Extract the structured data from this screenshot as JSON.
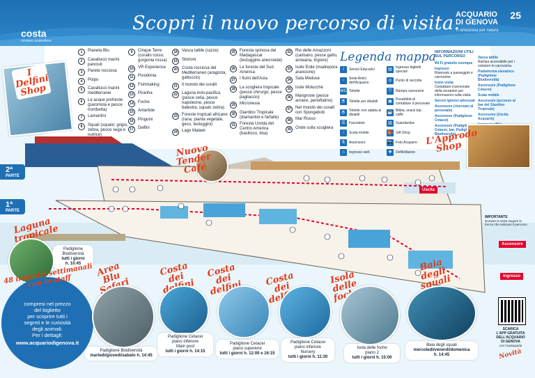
{
  "header": {
    "title": "Scopri il nuovo percorso di visita.",
    "left_brand": "costa",
    "left_brand_sub": "crociere sostenitore",
    "right_brand_line1": "ACQUARIO",
    "right_brand_line2": "DI GENOVA",
    "right_brand_tag": "Ti emoziona per natura",
    "right_brand_anniv": "25"
  },
  "list_col1": [
    {
      "n": "1",
      "t": "Pianeta Blu"
    },
    {
      "n": "2",
      "t": "Cavallucci marini panciuti"
    },
    {
      "n": "3",
      "t": "Parete rocciosa"
    },
    {
      "n": "4",
      "t": "Polpo"
    },
    {
      "n": "5",
      "t": "Cavallucci marini mediterranei"
    },
    {
      "n": "6",
      "t": "Le acque profonde (paromola e pesce trombetta)"
    },
    {
      "n": "7",
      "t": "Lamantini"
    },
    {
      "n": "8",
      "t": "Squali (squalo: grigio, zebra, pesce sega e nutrice)"
    }
  ],
  "list_col2": [
    {
      "n": "9",
      "t": "Cinque Terre (corallo rosso, gorgonia rossa)"
    },
    {
      "n": "10",
      "t": "VR Experience"
    },
    {
      "n": "11",
      "t": "Posidonia"
    },
    {
      "n": "12",
      "t": "Fishmaking"
    },
    {
      "n": "13",
      "t": "Piranha"
    },
    {
      "n": "14",
      "t": "Foche"
    },
    {
      "n": "15",
      "t": "Antartide"
    },
    {
      "n": "16",
      "t": "Pinguini"
    },
    {
      "n": "17",
      "t": "Delfini"
    }
  ],
  "list_col3": [
    {
      "n": "18",
      "t": "Vasca tattile (razze)"
    },
    {
      "n": "19",
      "t": "Storioni"
    },
    {
      "n": "20",
      "t": "Costa rocciosa del Mediterraneo (aragosta, gattuccio)"
    },
    {
      "n": "21",
      "t": "Il mondo dei coralli"
    },
    {
      "n": "22",
      "t": "Laguna indo-pacifica (pesce celia, pesce napoleone, pesce balestra, squalo zebra)"
    },
    {
      "n": "23",
      "t": "Foreste tropicali africane (rana, pianta vegetale, geco, testuggini)"
    },
    {
      "n": "24",
      "t": "Lago Malawi"
    }
  ],
  "list_col4": [
    {
      "n": "25",
      "t": "Foresta spinosa del Madagascar (testuggine anecnoide)"
    },
    {
      "n": "26",
      "t": "Le foreste del Sud America"
    },
    {
      "n": "27",
      "t": "I fiumi dell'Asia"
    },
    {
      "n": "28",
      "t": "La scogliera tropicale (pesce chirurgo, pesce pagliaccio)"
    },
    {
      "n": "29",
      "t": "Micronesia"
    },
    {
      "n": "30",
      "t": "Giardino Tropicale (diamantini e farfalle)"
    },
    {
      "n": "31",
      "t": "Foresta Umida del Centro America (basilisco, boa)"
    }
  ],
  "list_col5": [
    {
      "n": "32",
      "t": "Rio delle Amazzoni (caimano, pesce gatto, arowana, trigone)"
    },
    {
      "n": "33",
      "t": "Isole Eolie (madrepora arancione)"
    },
    {
      "n": "34",
      "t": "Sala Meduse"
    },
    {
      "n": "35",
      "t": "Isole Molucche"
    },
    {
      "n": "36",
      "t": "Mangrovie (pesce arciere, perioftalmo)"
    },
    {
      "n": "37",
      "t": "Nel mondo dei coralli con Spongebob"
    },
    {
      "n": "38",
      "t": "Mar Rosso"
    },
    {
      "n": "39",
      "t": "Onde sulla scogliera"
    }
  ],
  "legend": {
    "title": "Legenda mappa",
    "items": [
      {
        "icon": "i",
        "t": "Servizi Educativi"
      },
      {
        "icon": "▤",
        "t": "Ingresso biglietti speciali"
      },
      {
        "icon": "~",
        "t": "Sede Amici dell'Acquario"
      },
      {
        "icon": "◎",
        "t": "Punto di raccolta"
      },
      {
        "icon": "WC",
        "t": "Toilette"
      },
      {
        "icon": "⛉",
        "t": "Rampa carrozzine"
      },
      {
        "icon": "♿",
        "t": "Toilette per disabili"
      },
      {
        "icon": "▣",
        "t": "Possibilità di contattare il personale"
      },
      {
        "icon": "♿",
        "t": "Toilette non adatta ai disabili"
      },
      {
        "icon": "☕",
        "t": "Bibita, snack bar, caffè"
      },
      {
        "icon": "☰",
        "t": "Fasciatoio"
      },
      {
        "icon": "▥",
        "t": "Guardaroba"
      },
      {
        "icon": "↑",
        "t": "Scala mobile"
      },
      {
        "icon": "🎁",
        "t": "Gift Shop"
      },
      {
        "icon": "⇅",
        "t": "Ascensore"
      },
      {
        "icon": "📷",
        "t": "Foto Acquario"
      },
      {
        "icon": "⌂",
        "t": "Ingresso web"
      },
      {
        "icon": "✚",
        "t": "Defibrillatore"
      }
    ]
  },
  "info": {
    "title": "INFORMAZIONI UTILI SUL PERCORSO",
    "col1": [
      {
        "h": "Wi-Fi gratuito ovunque",
        "t": ""
      },
      {
        "h": "Ingresso",
        "t": "Riservato a passeggini e carrozzine"
      },
      {
        "h": "Inizio visita",
        "t": "Contattare il personale della reception per informazioni sulla visita."
      },
      {
        "h": "Servizi igienici attrezzati",
        "t": ""
      },
      {
        "h": "Ascensore (riservato al personale)",
        "t": ""
      },
      {
        "h": "Ascensore (Padiglione Cetacei)",
        "t": ""
      },
      {
        "h": "Ascensore (Padiglione Cetacei, bar, Padiglione Biodiversità)",
        "t": ""
      }
    ],
    "col2": [
      {
        "h": "Vasca tattile",
        "t": "Rampa accessibile per i visitatori in carrozzina."
      },
      {
        "h": "Piattaforma elevatrice (Padiglione Biodiversità)",
        "t": ""
      },
      {
        "h": "Ascensore (Padiglione Cetacei)",
        "t": ""
      },
      {
        "h": "Scala mobile",
        "t": ""
      },
      {
        "h": "Ascensore (accesso al bar del Giardino Tropicale)",
        "t": ""
      },
      {
        "h": "Ascensore (Uscita Acquario)",
        "t": ""
      },
      {
        "h": "Ingresso uffici",
        "t": ""
      }
    ]
  },
  "floors": {
    "second_num": "2ª",
    "second_word": "PARTE",
    "first_num": "1ª",
    "first_word": "PARTE"
  },
  "badges": {
    "delfini_shop": "I Delfini Shop",
    "tender_cafe": "Nuovo Tender Café",
    "approdo_shop": "L'Approdo Shop",
    "laguna": "Laguna tropicale",
    "area_blu": "Area Blu Safari",
    "costa_delfini_1": "Costa dei delfini",
    "costa_delfini_2": "Costa dei delfini",
    "costa_delfini_3": "Costa dei delfini",
    "isola_foche": "Isola delle foche",
    "baia_squali": "Baia degli squali"
  },
  "map_labels": {
    "uscita": "Uscita",
    "ascensore": "Ascensore",
    "ingresso": "Ingresso",
    "importante_title": "IMPORTANTE",
    "importante_text": "Durante la visita seguire le frecce che indicano il percorso"
  },
  "captions": {
    "laguna": {
      "l1": "Padiglione Biodiversità",
      "l2": "tutti i giorni",
      "l3": "h. 10:45"
    },
    "biod": {
      "l1": "Padiglione Biodiversità",
      "l2": "martedì/giovedì/sabato h. 14:45"
    },
    "cet1": {
      "l1": "Padiglione Cetacei",
      "l2": "piano inferiore",
      "l3": "Main pool",
      "l4": "tutti i giorni h. 14:15"
    },
    "cet2": {
      "l1": "Padiglione Cetacei",
      "l2": "piano superiore",
      "l3": "tutti i giorni h. 12:00 e 16:15"
    },
    "cet3": {
      "l1": "Padiglione Cetacei",
      "l2": "piano inferiore",
      "l3": "Nursery",
      "l4": "tutti i giorni h. 11:30"
    },
    "foche": {
      "l1": "Isola delle foche",
      "l2": "piano 2",
      "l3": "tutti i giorni h. 15:00"
    },
    "squali": {
      "l1": "Baia degli squali",
      "l2": "mercoledì/venerdì/domenica",
      "l3": "h. 14:45"
    }
  },
  "promo": {
    "headline": "48 incontri settimanali con lo staff",
    "l1": "compresi nel prezzo",
    "l2": "del biglietto",
    "l3": "per scoprire tutti i",
    "l4": "segreti e le curiosità",
    "l5": "degli animali.",
    "l6": "Per i dettagli:",
    "url": "www.acquariodigenova.it"
  },
  "app": {
    "l1": "SCARICA",
    "l2": "L'APP GRATUITA",
    "l3": "DELL'ACQUARIO",
    "l4": "DI GENOVA",
    "l5": "con l'audioguida",
    "novita": "Novità"
  },
  "colors": {
    "primary": "#1f6fb4",
    "accent_red": "#e33c1b",
    "accent_yellow": "#f2a100",
    "elevator": "#e4002b"
  }
}
